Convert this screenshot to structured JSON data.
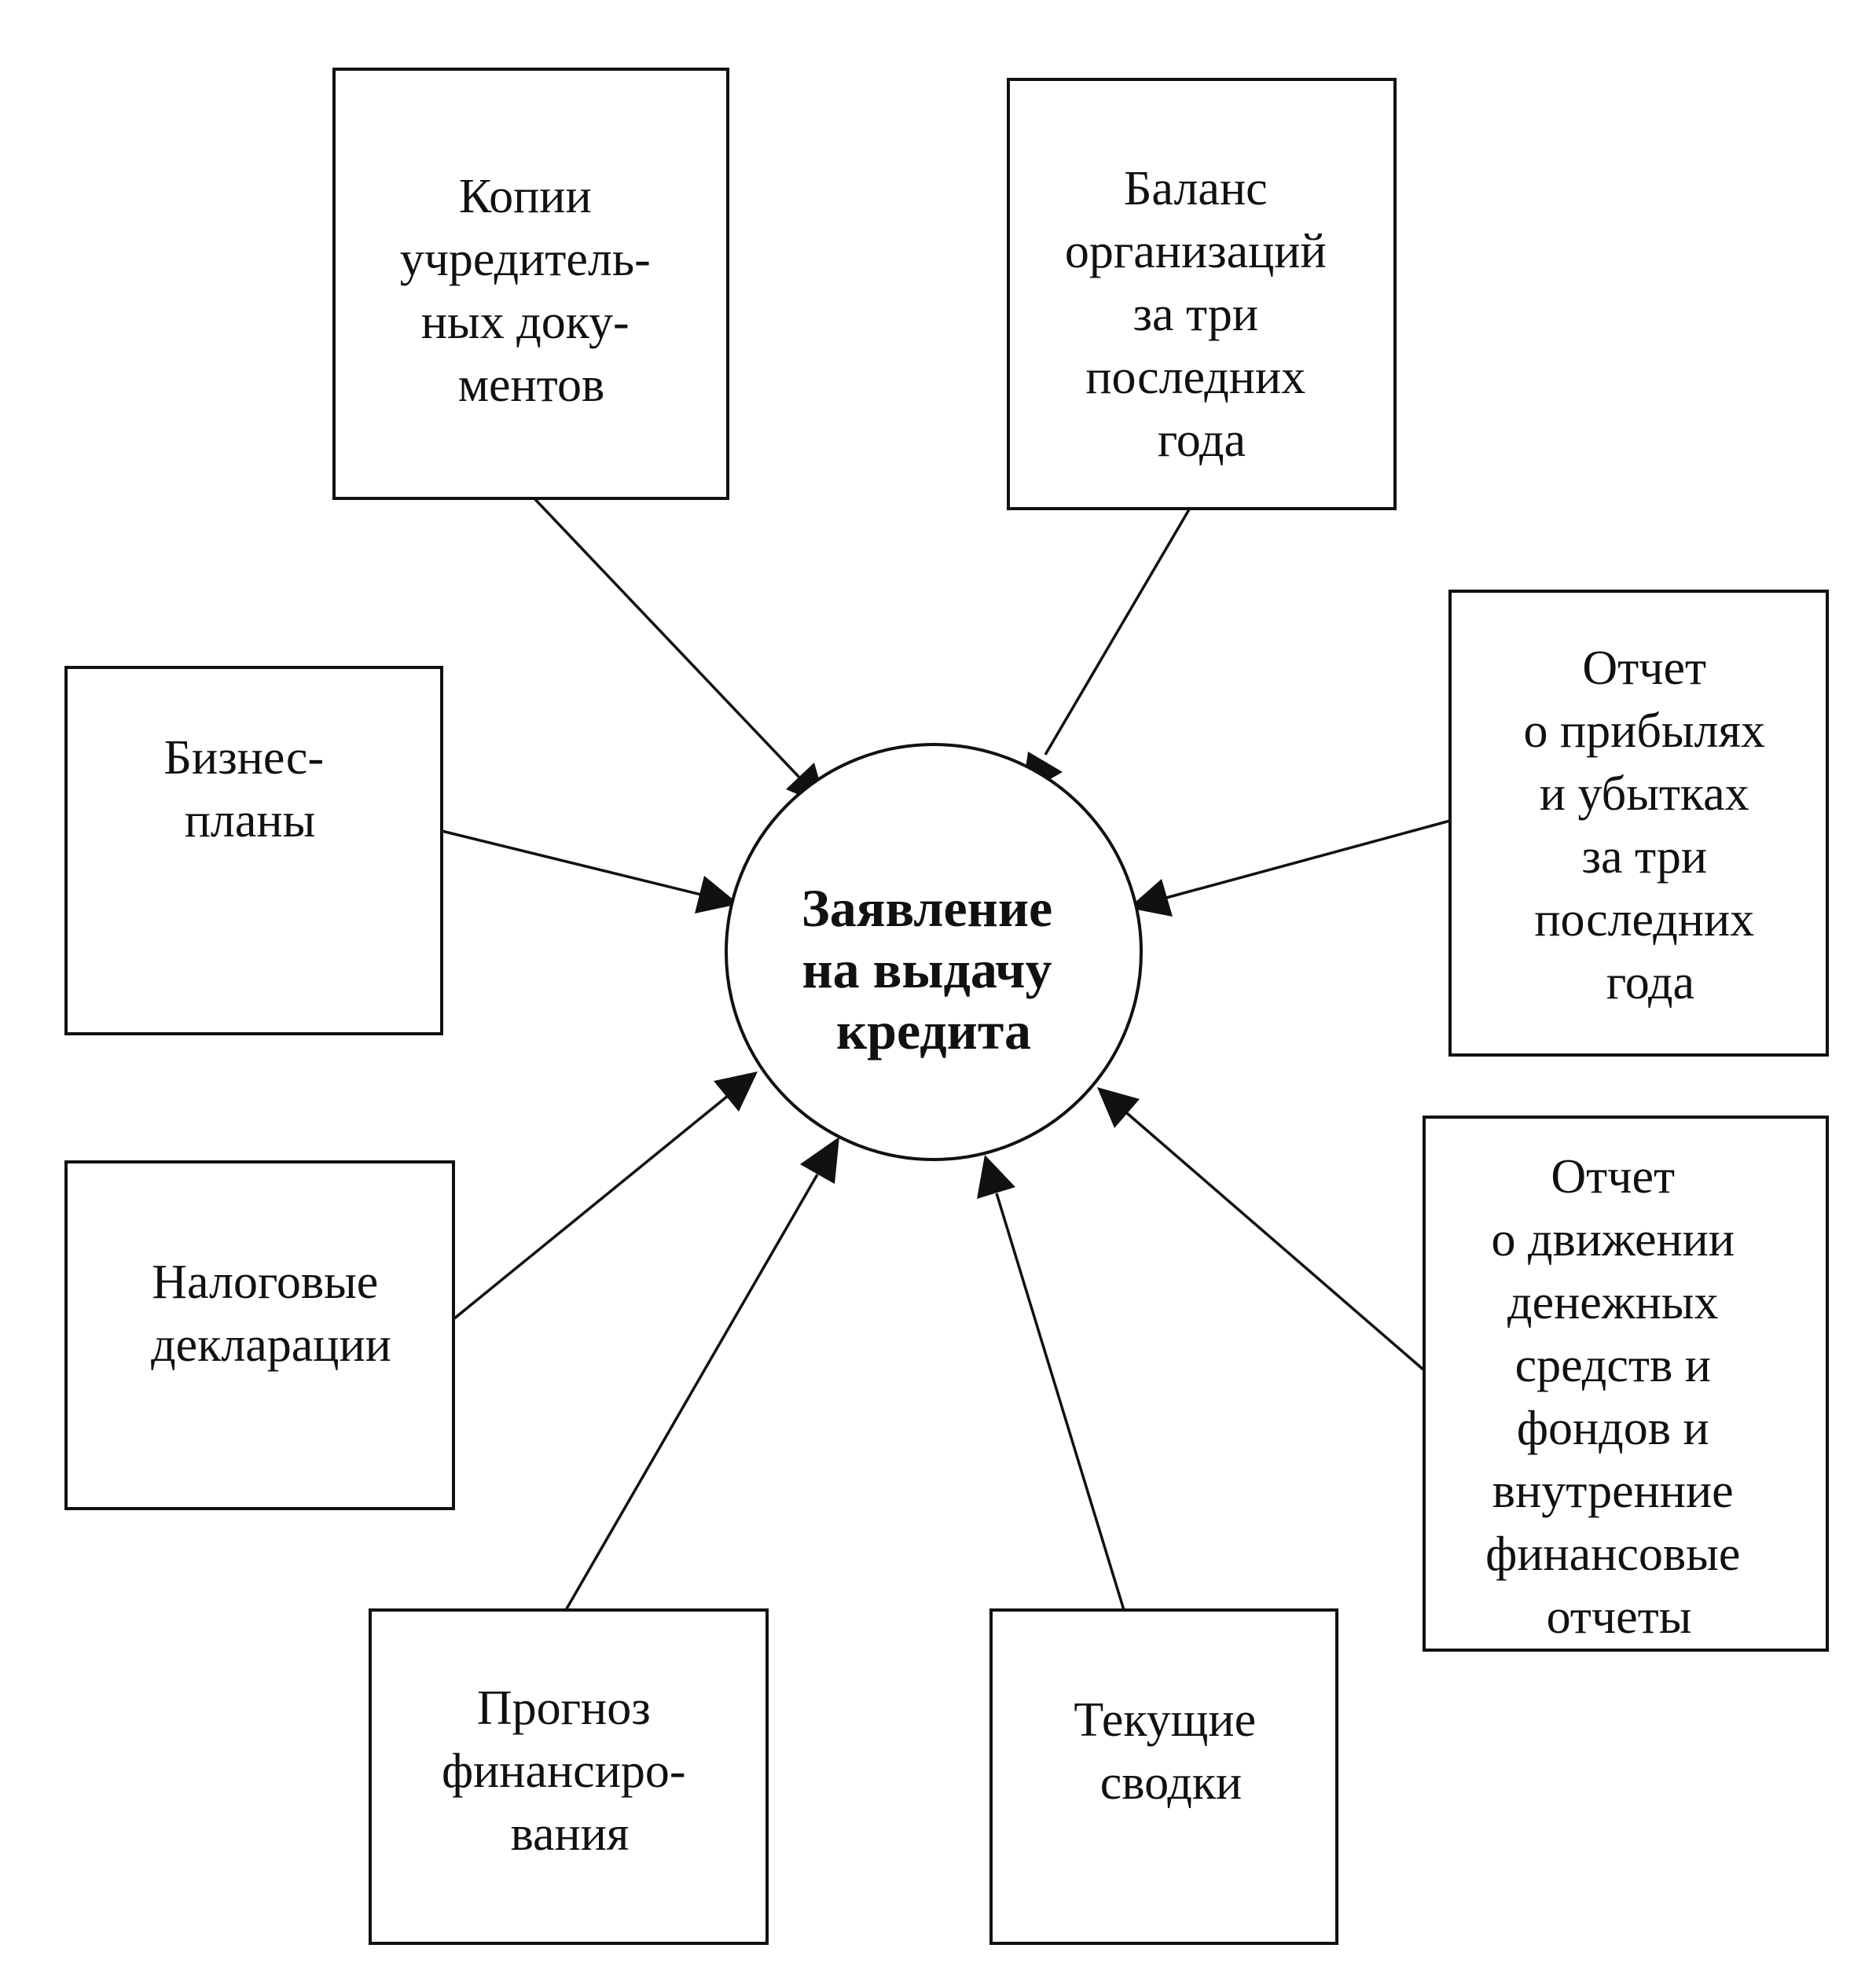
{
  "center": {
    "lines": [
      "Заявление",
      "на выдачу",
      "кредита"
    ]
  },
  "nodes": [
    {
      "id": "copies",
      "lines": [
        "Копии",
        "учредитель-",
        "ных доку-",
        "ментов"
      ]
    },
    {
      "id": "balance",
      "lines": [
        "Баланс",
        "организаций",
        "за три",
        "последних",
        "года"
      ]
    },
    {
      "id": "profit",
      "lines": [
        "Отчет",
        "о прибылях",
        "и убытках",
        "за три",
        "последних",
        "года"
      ]
    },
    {
      "id": "business",
      "lines": [
        "Бизнес-",
        "планы"
      ]
    },
    {
      "id": "tax",
      "lines": [
        "Налоговые",
        "декларации"
      ]
    },
    {
      "id": "cashflow",
      "lines": [
        "Отчет",
        "о движении",
        "денежных",
        "средств и",
        "фондов и",
        "внутренние",
        "финансовые",
        "отчеты"
      ]
    },
    {
      "id": "forecast",
      "lines": [
        "Прогноз",
        "финансиро-",
        "вания"
      ]
    },
    {
      "id": "current",
      "lines": [
        "Текущие",
        "сводки"
      ]
    }
  ]
}
